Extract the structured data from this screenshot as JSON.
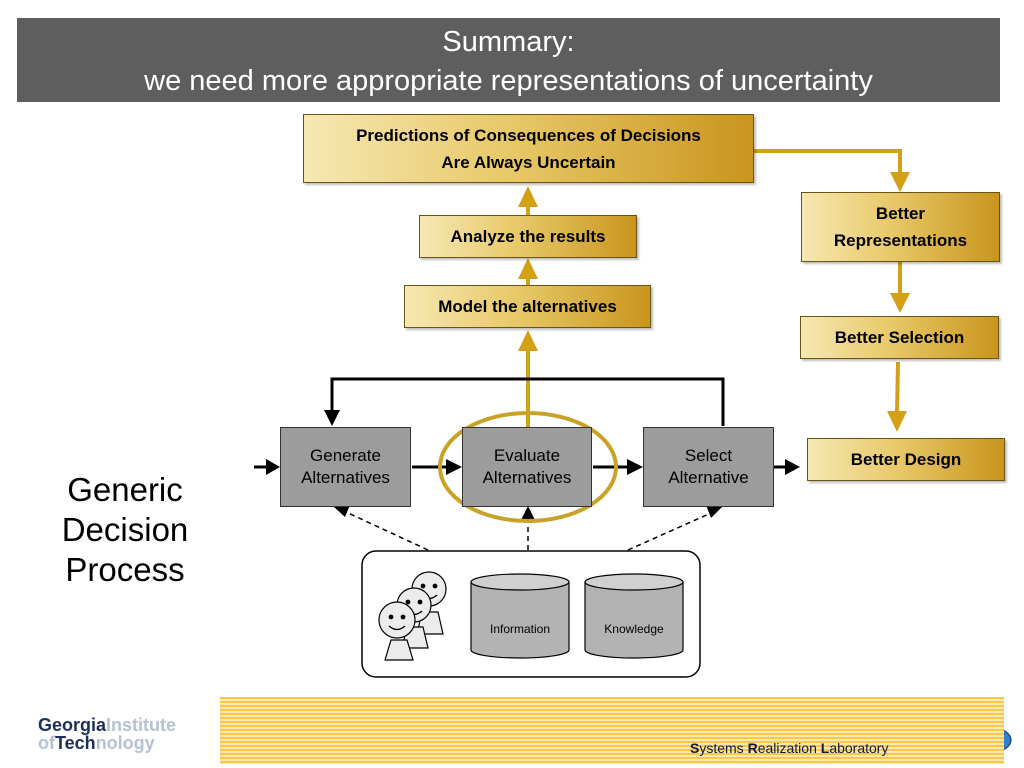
{
  "title": {
    "line1": "Summary:",
    "line2": "we need more appropriate representations of uncertainty"
  },
  "gold_boxes": {
    "predictions_line1": "Predictions of Consequences of Decisions",
    "predictions_line2": "Are Always Uncertain",
    "analyze": "Analyze the results",
    "model": "Model the alternatives",
    "better_representations_line1": "Better",
    "better_representations_line2": "Representations",
    "better_selection": "Better Selection",
    "better_design": "Better Design"
  },
  "process_boxes": {
    "generate_line1": "Generate",
    "generate_line2": "Alternatives",
    "evaluate_line1": "Evaluate",
    "evaluate_line2": "Alternatives",
    "select_line1": "Select",
    "select_line2": "Alternative"
  },
  "resources": {
    "information": "Information",
    "knowledge": "Knowledge"
  },
  "side_label": {
    "line1": "Generic",
    "line2": "Decision",
    "line3": "Process"
  },
  "footer": {
    "gt_word1_bold": "Georgia",
    "gt_word1_light": "Institute",
    "gt_word2_light_a": "of",
    "gt_word2_bold": "Tech",
    "gt_word2_light_b": "nology",
    "lab_s": "S",
    "lab_ystems": "ystems ",
    "lab_r": "R",
    "lab_ealization": "ealization ",
    "lab_l": "L",
    "lab_aboratory": "aboratory"
  },
  "colors": {
    "title_bg": "#5e5e5e",
    "gold_arrow": "#d4a017",
    "process_gray": "#9c9c9c",
    "highlight_ellipse": "#c9a227"
  },
  "icons": [
    "person-icon",
    "database-cylinder-icon",
    "globe-mascot-icon",
    "gt-tower-icon"
  ]
}
